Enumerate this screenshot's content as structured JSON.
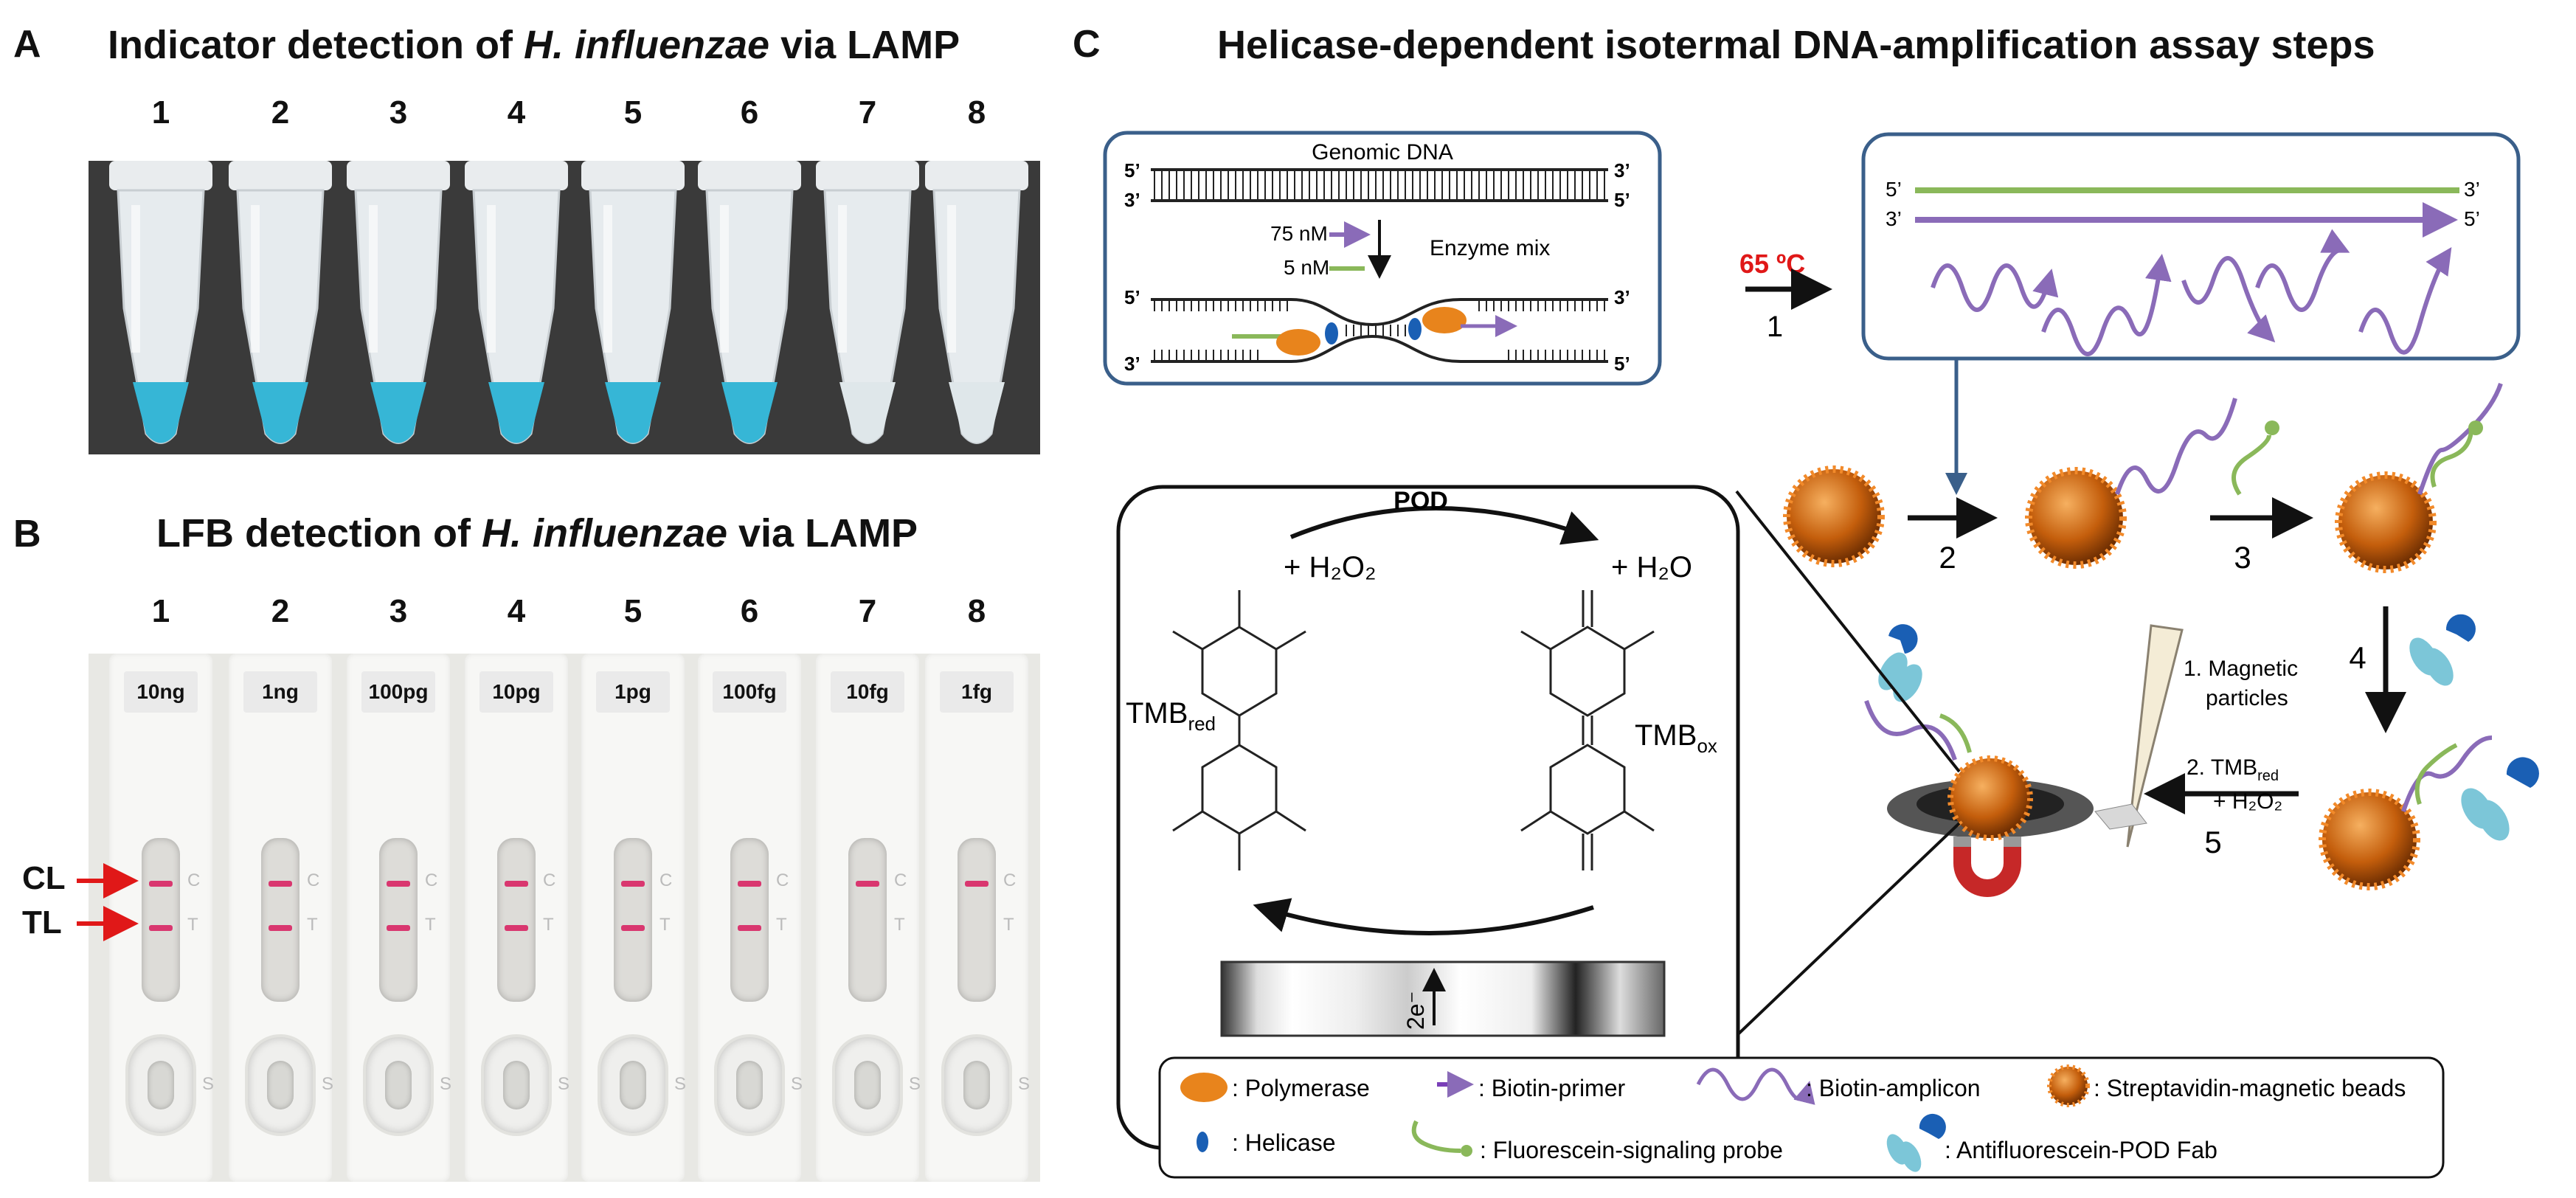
{
  "panel_a": {
    "letter": "A",
    "title_pre": "Indicator detection of ",
    "title_italic": "H. influenzae",
    "title_post": " via LAMP",
    "lanes": [
      "1",
      "2",
      "3",
      "4",
      "5",
      "6",
      "7",
      "8"
    ],
    "tube_color_positive": "#36b6d6",
    "tube_color_negative": "#dfe7ea",
    "tube_positive": [
      true,
      true,
      true,
      true,
      true,
      true,
      false,
      false
    ]
  },
  "panel_b": {
    "letter": "B",
    "title_pre": "LFB detection of ",
    "title_italic": "H. influenzae",
    "title_post": " via LAMP",
    "lanes": [
      "1",
      "2",
      "3",
      "4",
      "5",
      "6",
      "7",
      "8"
    ],
    "strip_labels": [
      "10ng",
      "1ng",
      "100pg",
      "10pg",
      "1pg",
      "100fg",
      "10fg",
      "1fg"
    ],
    "test_line_present": [
      true,
      true,
      true,
      true,
      true,
      true,
      false,
      false
    ],
    "cl_label": "CL",
    "tl_label": "TL",
    "window_c": "C",
    "window_t": "T",
    "well_s": "S",
    "line_color": "#d9376f",
    "arrow_color": "#e01818"
  },
  "panel_c": {
    "letter": "C",
    "title": "Helicase-dependent isotermal DNA-amplification assay steps",
    "genomic_dna": "Genomic DNA",
    "five_prime": "5’",
    "three_prime": "3’",
    "conc_75": "75 nM",
    "conc_5": "5 nM",
    "enzyme_mix": "Enzyme mix",
    "temp": "65 ºC",
    "steps": [
      "1",
      "2",
      "3",
      "4",
      "5"
    ],
    "pod": "POD",
    "h2o2": "+ H₂O₂",
    "h2o": "+ H₂O",
    "tmb_red_main": "TMB",
    "tmb_red_sub": "red",
    "tmb_ox_main": "TMB",
    "tmb_ox_sub": "ox",
    "two_e": "2e⁻",
    "step5_1": "1. Magnetic",
    "step5_1b": "particles",
    "step5_2": "2. TMB",
    "step5_2_sub": "red",
    "step5_2b": "+ H₂O₂",
    "legend": {
      "polymerase": ": Polymerase",
      "biotin_primer": ": Biotin-primer",
      "biotin_amplicon": ": Biotin-amplicon",
      "beads": ": Streptavidin-magnetic beads",
      "helicase": ": Helicase",
      "probe": ": Fluorescein-signaling probe",
      "fab": ": Antifluorescein-POD Fab"
    },
    "colors": {
      "purple": "#8a6bb8",
      "green": "#8ab85a",
      "orange": "#e8841c",
      "blue": "#1a5fb4",
      "box_blue": "#3a5f8a",
      "red": "#e01818",
      "cyan": "#7cc6d8"
    }
  }
}
